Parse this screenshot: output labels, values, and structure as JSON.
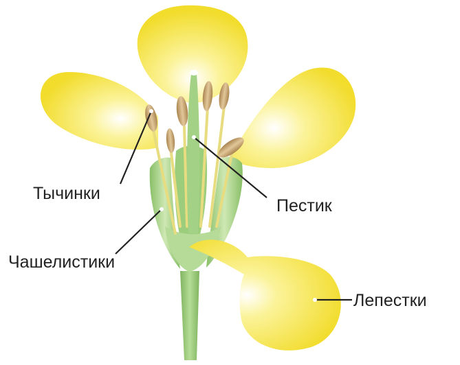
{
  "labels": {
    "stamens": "Тычинки",
    "pistil": "Пестик",
    "sepals": "Чашелистики",
    "petals": "Лепестки"
  },
  "colors": {
    "petal": "#f4e13c",
    "petal_center": "#fffdf0",
    "stem": "#8fc46f",
    "sepal": "#a9d48a",
    "anther": "#c9a66b",
    "line": "#222222"
  }
}
